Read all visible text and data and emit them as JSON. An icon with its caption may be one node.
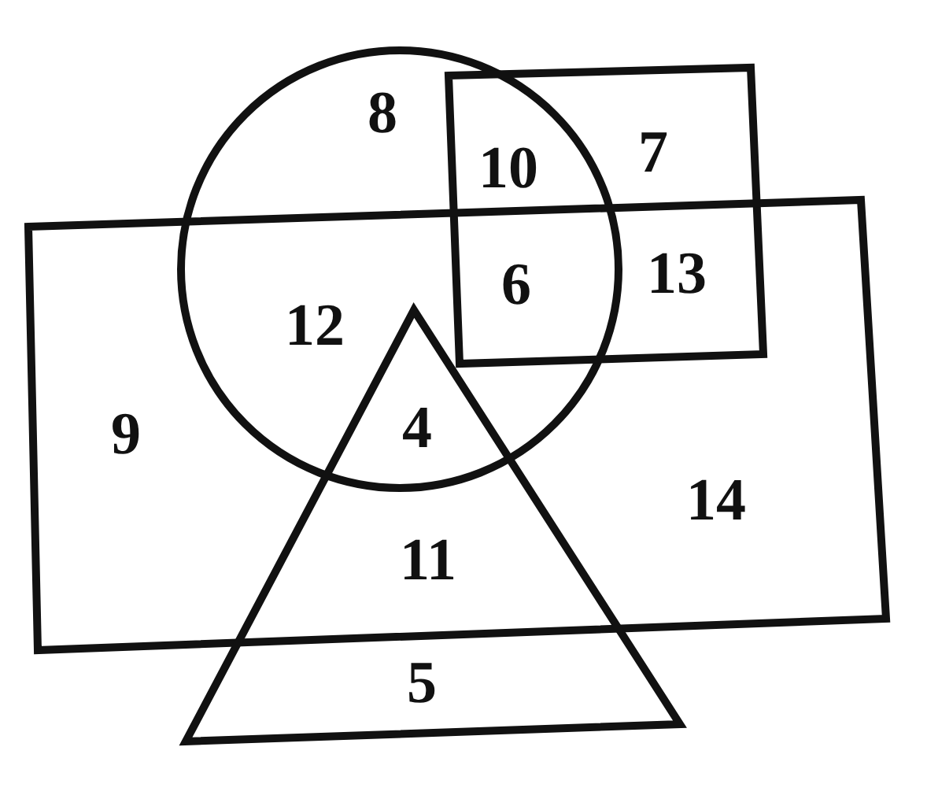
{
  "diagram": {
    "nodes": [
      {
        "text": [],
        "shape": "circle"
      },
      {
        "text": [],
        "shape": "box"
      },
      {
        "text": [],
        "shape": "box"
      },
      {
        "text": [],
        "shape": "triangle"
      }
    ],
    "labels": [
      "8",
      "10",
      "7",
      "6",
      "13",
      "12",
      "9",
      "4",
      "14",
      "11",
      "5"
    ]
  }
}
